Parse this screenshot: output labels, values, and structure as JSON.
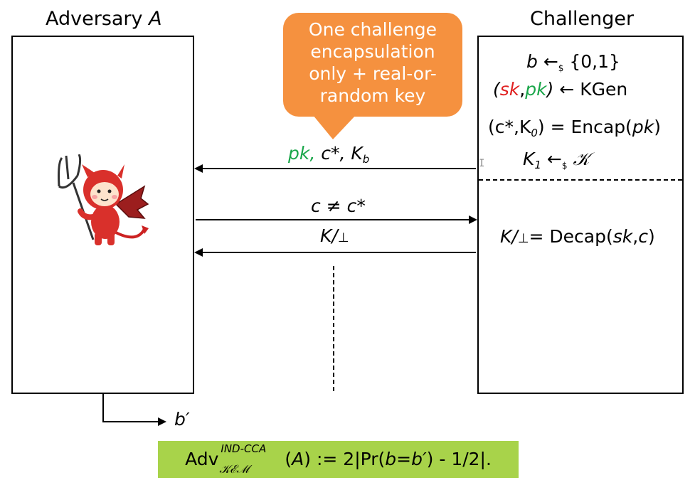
{
  "adversary": {
    "title_text": "Adversary ",
    "title_var": "A"
  },
  "challenger": {
    "title": "Challenger"
  },
  "callout": {
    "lines": [
      "One challenge",
      "encapsulation",
      "only + real-or-",
      "random key"
    ],
    "color": "#f5913f"
  },
  "messages": {
    "m1": {
      "pk": "pk,",
      "c": " c*, K",
      "b": "b"
    },
    "m2": {
      "text": "c ≠ c*"
    },
    "m3": {
      "k": "K/",
      "bot": "⊥"
    }
  },
  "steps": {
    "s1": {
      "b": "b",
      "arrow": " ←",
      "dollar": "$",
      "set": " {0,1}"
    },
    "s2": {
      "open": "(",
      "sk": "sk",
      "comma": ",",
      "pk": "pk",
      "close": ")",
      "rest": " ← KGen"
    },
    "s3": {
      "a": "(c*,K",
      "sub": "0",
      "b": ") = Encap(",
      "pk": "pk",
      "c": ")"
    },
    "s4": {
      "k": "K",
      "sub": "1",
      "arrow": " ←",
      "dollar": "$",
      "set": " 𝒦"
    },
    "s5": {
      "k": "K/",
      "bot": "⊥",
      "rest": "= Decap(",
      "sk": "sk",
      "comma": ",",
      "c": "c",
      "close": ")"
    }
  },
  "output": {
    "label": "b′"
  },
  "advantage": {
    "adv": "Adv",
    "sup": "IND-CCA",
    "sub": "𝒦ℰℳ",
    "rest_a": "(",
    "a": "A",
    "rest_b": ")  :=  2|Pr(",
    "b1": "b",
    "eq": "=",
    "b2": "b′",
    "rest_c": ") - 1/2|.",
    "color": "#a8d34a"
  },
  "colors": {
    "sk": "#e02020",
    "pk": "#1aa64a"
  }
}
